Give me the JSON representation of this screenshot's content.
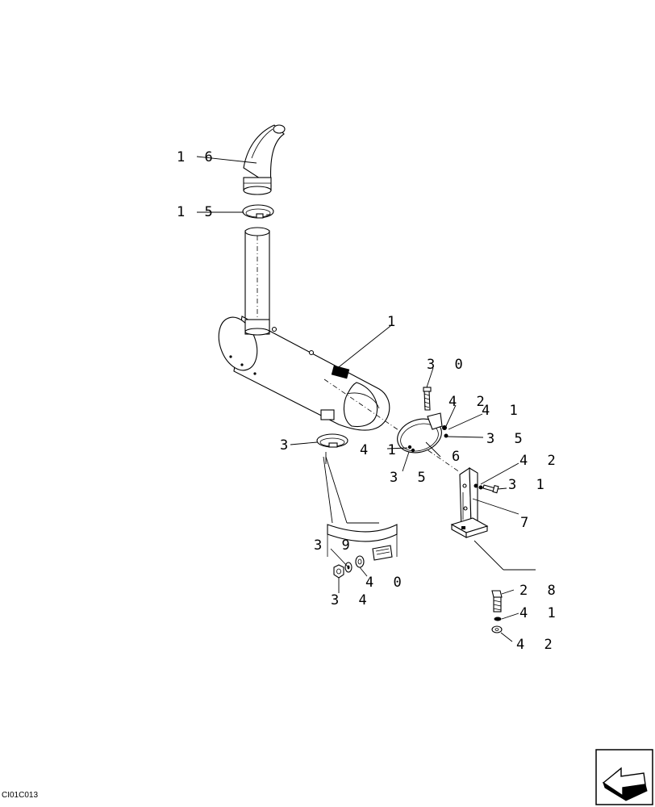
{
  "callouts": {
    "c16": "1 6",
    "c15": "1 5",
    "c1": "1",
    "c30": "3 0",
    "c42a": "4 2",
    "c41a": "4 1",
    "c35a": "3 5",
    "c3": "3",
    "c41b": "4 1",
    "c6": "6",
    "c35b": "3 5",
    "c42b": "4 2",
    "c31": "3 1",
    "c7": "7",
    "c39": "3 9",
    "c40": "4 0",
    "c34": "3 4",
    "c28": "2 8",
    "c41c": "4 1",
    "c42c": "4 2"
  },
  "drawing_code": "CI01C013",
  "icons": {
    "nav_arrow": "back-arrow-icon"
  }
}
